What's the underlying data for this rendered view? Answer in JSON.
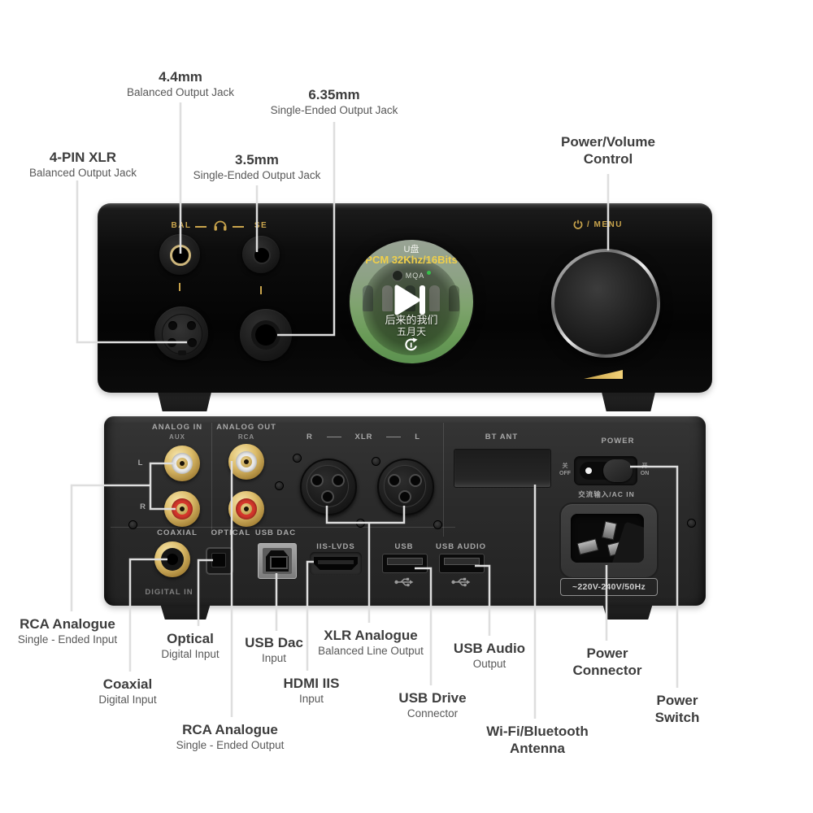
{
  "callouts": [
    {
      "title": "4.4mm",
      "subtitle": "Balanced Output Jack"
    },
    {
      "title": "6.35mm",
      "subtitle": "Single-Ended Output Jack"
    },
    {
      "title": "4-PIN XLR",
      "subtitle": "Balanced Output Jack"
    },
    {
      "title": "3.5mm",
      "subtitle": "Single-Ended Output Jack"
    },
    {
      "title": "Power/Volume",
      "subtitle": "Control"
    },
    {
      "title": "RCA Analogue",
      "subtitle": "Single - Ended Input"
    },
    {
      "title": "Optical",
      "subtitle": "Digital Input"
    },
    {
      "title": "USB Dac",
      "subtitle": "Input"
    },
    {
      "title": "XLR Analogue",
      "subtitle": "Balanced Line Output"
    },
    {
      "title": "USB Audio",
      "subtitle": "Output"
    },
    {
      "title": "Power",
      "subtitle": "Connector"
    },
    {
      "title": "Coaxial",
      "subtitle": "Digital Input"
    },
    {
      "title": "HDMI IIS",
      "subtitle": "Input"
    },
    {
      "title": "USB Drive",
      "subtitle": "Connector"
    },
    {
      "title": "Power",
      "subtitle": "Switch"
    },
    {
      "title": "RCA Analogue",
      "subtitle": "Single - Ended Output"
    },
    {
      "title": "Wi-Fi/Bluetooth",
      "subtitle": "Antenna"
    }
  ],
  "front_panel": {
    "bal_label": "BAL",
    "se_label": "SE",
    "power_menu_label": "/ MENU",
    "display": {
      "source": "U盘",
      "format": "PCM 32Khz/16Bits",
      "codec_badge": "MQA",
      "song_title": "后来的我们",
      "artist": "五月天"
    }
  },
  "rear_panel": {
    "analog_in": "ANALOG IN",
    "aux": "AUX",
    "analog_out": "ANALOG OUT",
    "rca": "RCA",
    "left": "L",
    "right": "R",
    "xlr_r": "R",
    "xlr": "XLR",
    "xlr_l": "L",
    "bt_ant": "BT ANT",
    "power": "POWER",
    "off_cn": "关",
    "off": "OFF",
    "on_cn": "开",
    "on": "ON",
    "ac_in": "交流输入/AC IN",
    "voltage": "~220V-240V/50Hz",
    "coaxial": "COAXIAL",
    "optical": "OPTICAL",
    "usb_dac": "USB DAC",
    "iis_lvds": "IIS-LVDS",
    "usb": "USB",
    "usb_audio": "USB AUDIO",
    "digital_in": "DIGITAL IN"
  },
  "colors": {
    "gold_accent": "#c9a44c",
    "display_yellow": "#f0cf4a",
    "mqa_green": "#35c24a",
    "rca_red": "#d6372c",
    "rca_white": "#ececec",
    "leader_line": "#dedede"
  }
}
